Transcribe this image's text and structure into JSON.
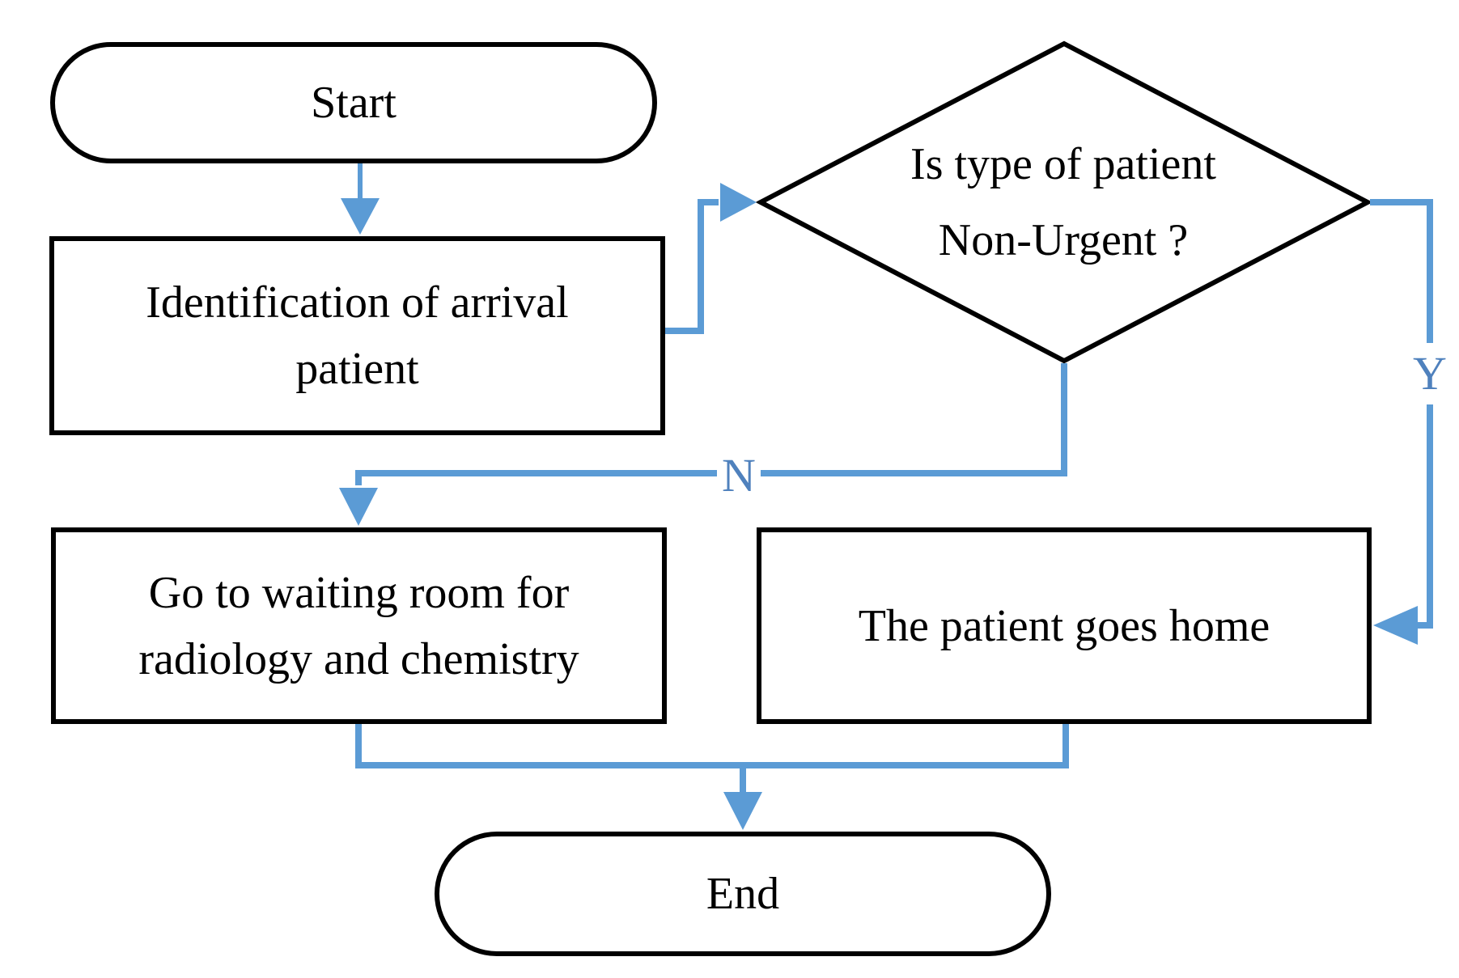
{
  "diagram_type": "flowchart",
  "colors": {
    "connector": "#5b9bd5",
    "edge_label": "#4f81bd",
    "outline": "#000000",
    "fill": "#ffffff"
  },
  "nodes": {
    "start": {
      "type": "terminator",
      "label": "Start"
    },
    "identify": {
      "type": "process",
      "line1": "Identification of arrival",
      "line2": "patient"
    },
    "decision": {
      "type": "decision",
      "line1": "Is type of patient",
      "line2": "Non-Urgent ?"
    },
    "waiting": {
      "type": "process",
      "line1": "Go to waiting room for",
      "line2": "radiology and chemistry"
    },
    "home": {
      "type": "process",
      "label": "The patient goes home"
    },
    "end": {
      "type": "terminator",
      "label": "End"
    }
  },
  "edges": [
    {
      "from": "start",
      "to": "identify",
      "label": ""
    },
    {
      "from": "identify",
      "to": "decision",
      "label": ""
    },
    {
      "from": "decision",
      "to": "waiting",
      "label": "N"
    },
    {
      "from": "decision",
      "to": "home",
      "label": "Y"
    },
    {
      "from": "waiting",
      "to": "end",
      "label": ""
    },
    {
      "from": "home",
      "to": "end",
      "label": ""
    }
  ]
}
